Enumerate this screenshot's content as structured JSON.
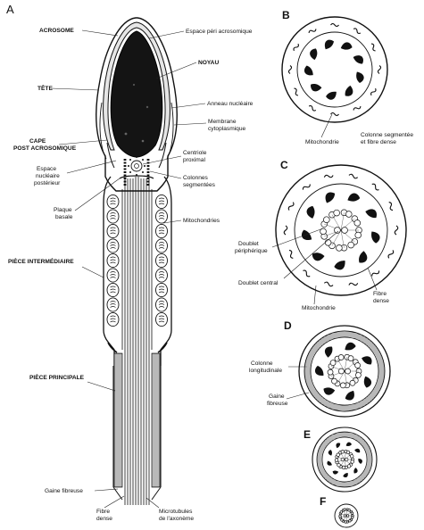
{
  "panel_letters": {
    "a": "A",
    "b": "B",
    "c": "C",
    "d": "D",
    "e": "E",
    "f": "F"
  },
  "labels_a_left": {
    "acrosome": "ACROSOME",
    "tete": "TÊTE",
    "cape_1": "CAPE",
    "cape_2": "POST ACROSOMIQUE",
    "espace_post_1": "Espace",
    "espace_post_2": "nucléaire",
    "espace_post_3": "postérieur",
    "plaque_1": "Plaque",
    "plaque_2": "basale",
    "piece_inter": "PIÈCE INTERMÉDIAIRE",
    "piece_princ": "PIÈCE PRINCIPALE",
    "gaine": "Gaine fibreuse",
    "fibre_1": "Fibre",
    "fibre_2": "dense"
  },
  "labels_a_right": {
    "espace_peri": "Espace péri acrosomique",
    "noyau": "NOYAU",
    "anneau": "Anneau nucléaire",
    "membrane_1": "Membrane",
    "membrane_2": "cytoplasmique",
    "centriole_1": "Centriole",
    "centriole_2": "proximal",
    "colonnes_1": "Colonnes",
    "colonnes_2": "segmentées",
    "mito": "Mitochondries",
    "micro_1": "Microtubules",
    "micro_2": "de l'axonème"
  },
  "labels_b": {
    "mito": "Mitochondrie",
    "colonne_1": "Colonne segmentée",
    "colonne_2": "et fibre dense"
  },
  "labels_c": {
    "doublet_p1": "Doublet",
    "doublet_p2": "périphérique",
    "doublet_c": "Doublet central",
    "mito": "Mitochondrie",
    "fibre_1": "Fibre",
    "fibre_2": "dense"
  },
  "labels_d": {
    "colonne_1": "Colonne",
    "colonne_2": "longitudinale",
    "gaine_1": "Gaine",
    "gaine_2": "fibreuse"
  }
}
